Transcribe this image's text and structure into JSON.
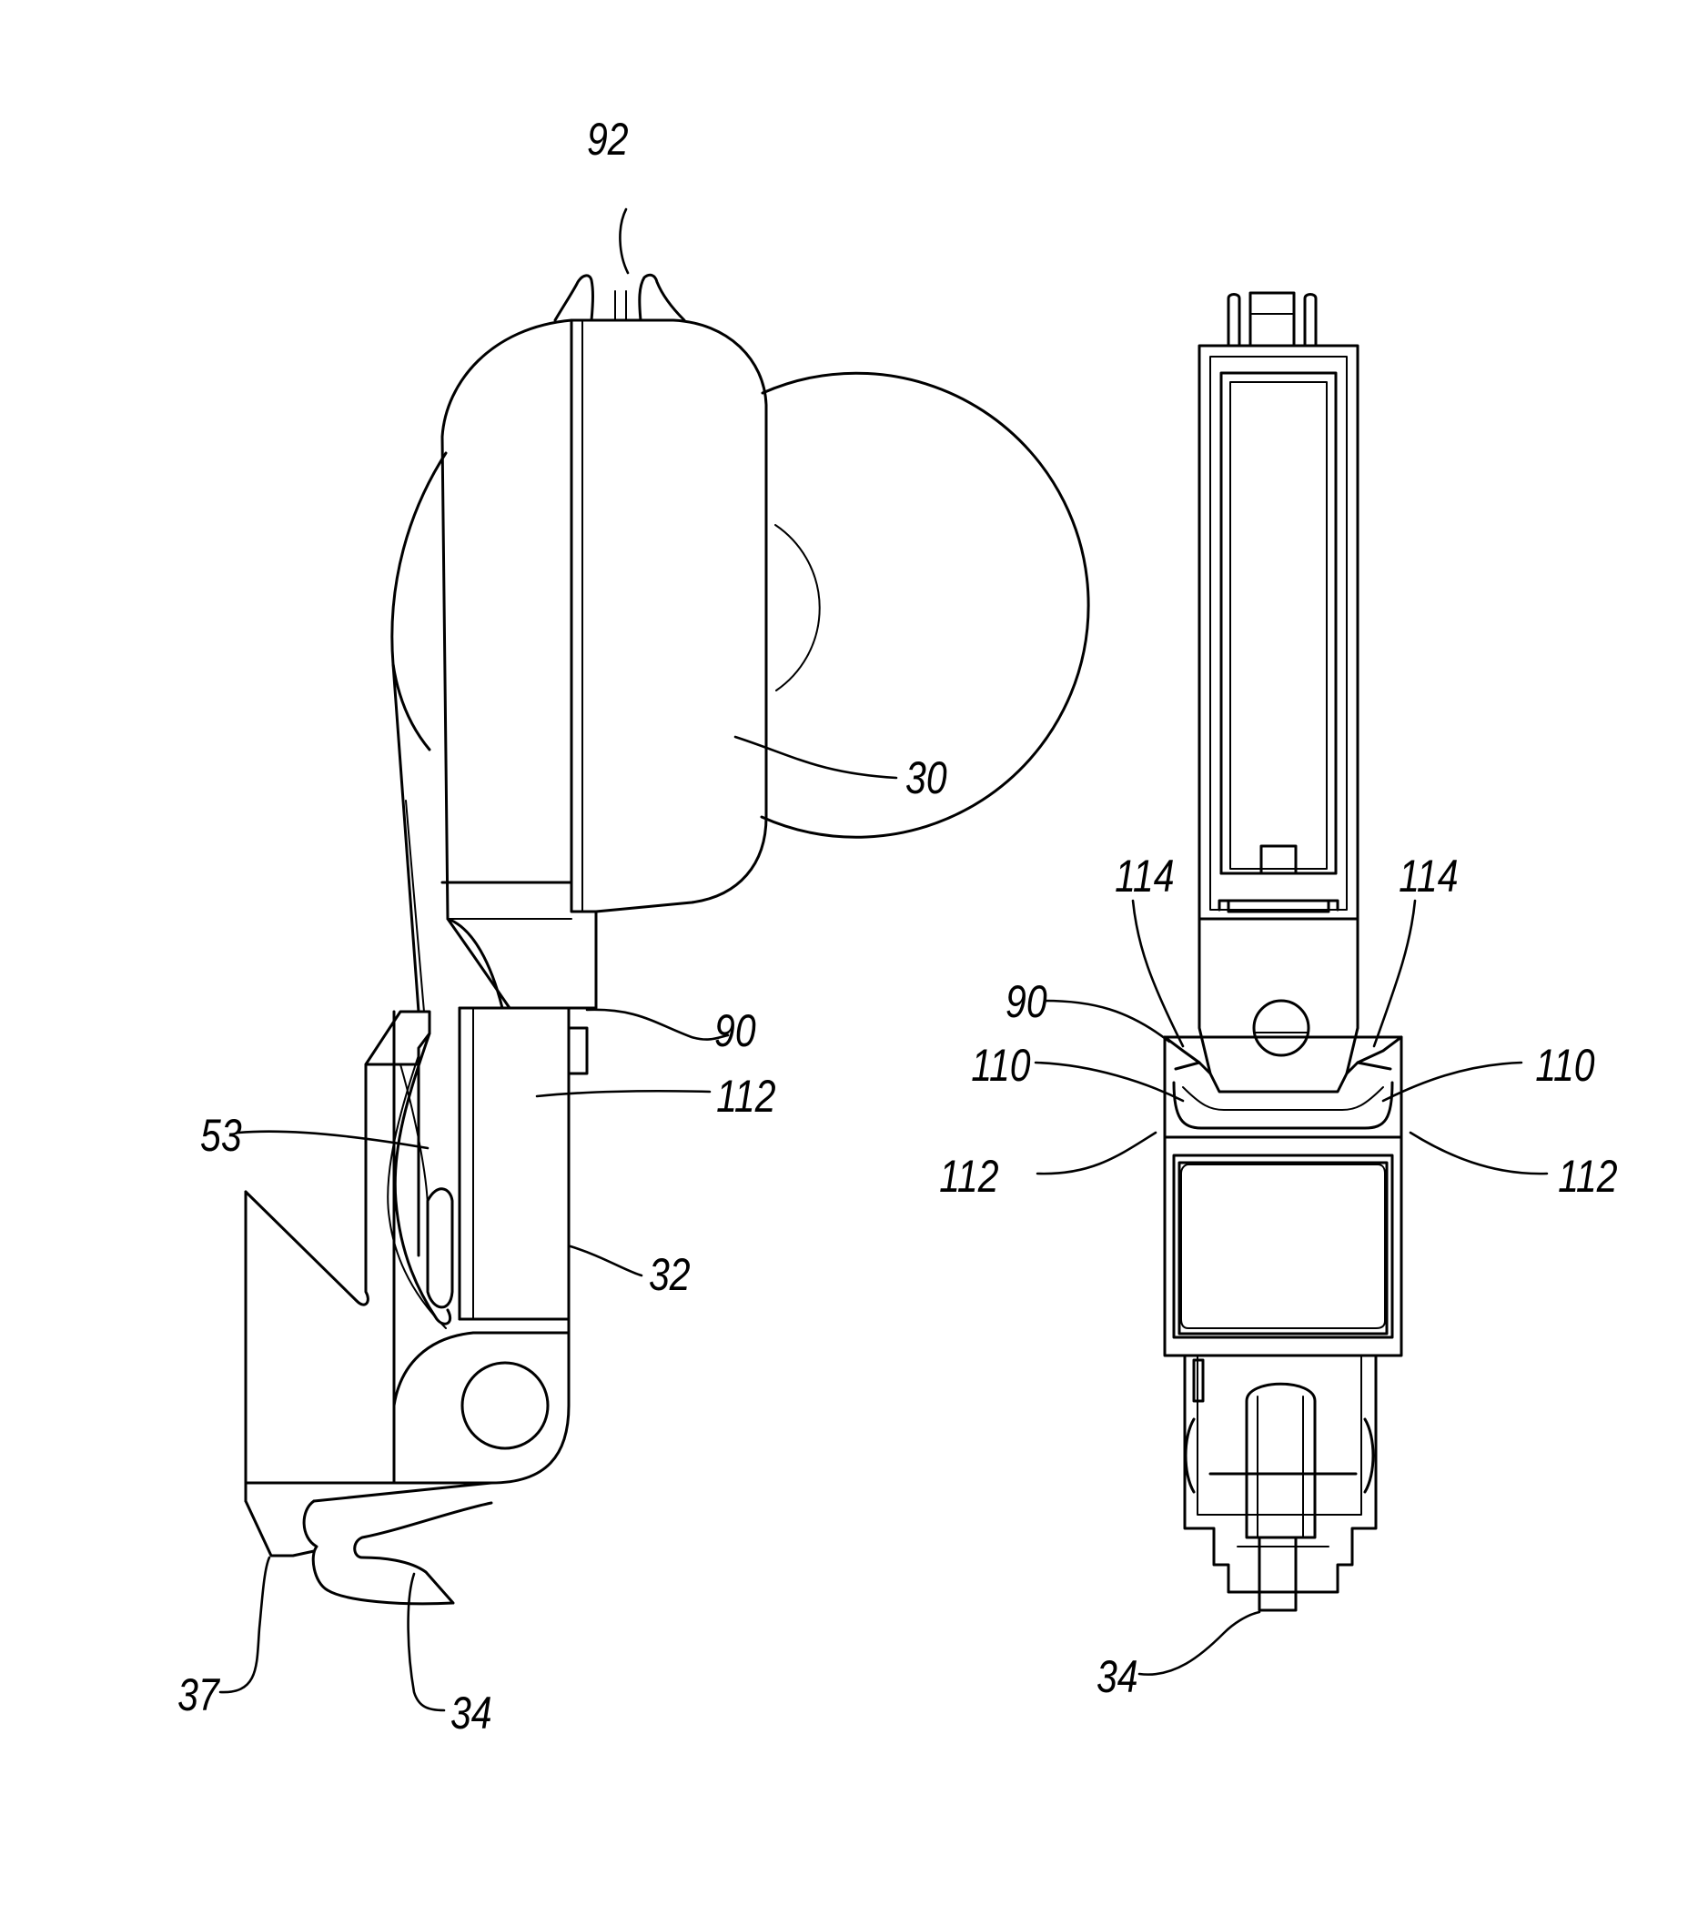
{
  "labels": {
    "ref_92": "92",
    "ref_30": "30",
    "ref_90_left": "90",
    "ref_112_left": "112",
    "ref_53": "53",
    "ref_32": "32",
    "ref_37": "37",
    "ref_34_left": "34",
    "ref_114_left": "114",
    "ref_114_right": "114",
    "ref_90_right": "90",
    "ref_110_left": "110",
    "ref_110_right": "110",
    "ref_112_right_a": "112",
    "ref_112_right_b": "112",
    "ref_34_right": "34"
  }
}
